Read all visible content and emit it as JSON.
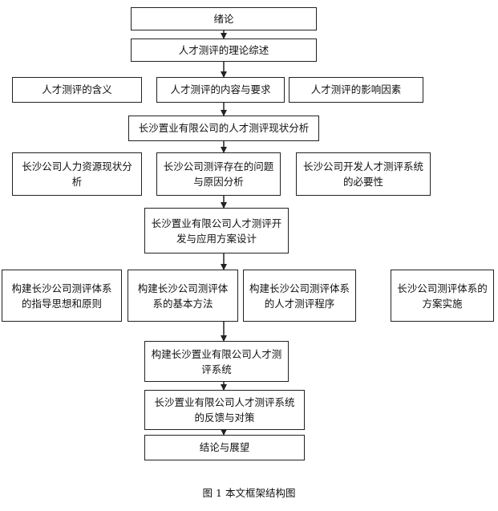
{
  "diagram": {
    "nodes": {
      "intro": "绪论",
      "theory_review": "人才测评的理论综述",
      "meaning": "人才测评的含义",
      "content_requirements": "人才测评的内容与要求",
      "influencing_factors": "人才测评的影响因素",
      "status_analysis": "长沙置业有限公司的人才测评现状分析",
      "hr_status": "长沙公司人力资源现状分析",
      "problems_causes": "长沙公司测评存在的问题与原因分析",
      "necessity": "长沙公司开发人才测评系统的必要性",
      "scheme_design": "长沙置业有限公司人才测评开发与应用方案设计",
      "guiding_principles": "构建长沙公司测评体系的指导思想和原则",
      "basic_methods": "构建长沙公司测评体系的基本方法",
      "procedure": "构建长沙公司测评体系的人才测评程序",
      "implementation": "长沙公司测评体系的方案实施",
      "build_system": "构建长沙置业有限公司人才测评系统",
      "feedback": "长沙置业有限公司人才测评系统的反馈与对策",
      "conclusion": "结论与展望"
    },
    "caption": "图 1 本文框架结构图"
  }
}
